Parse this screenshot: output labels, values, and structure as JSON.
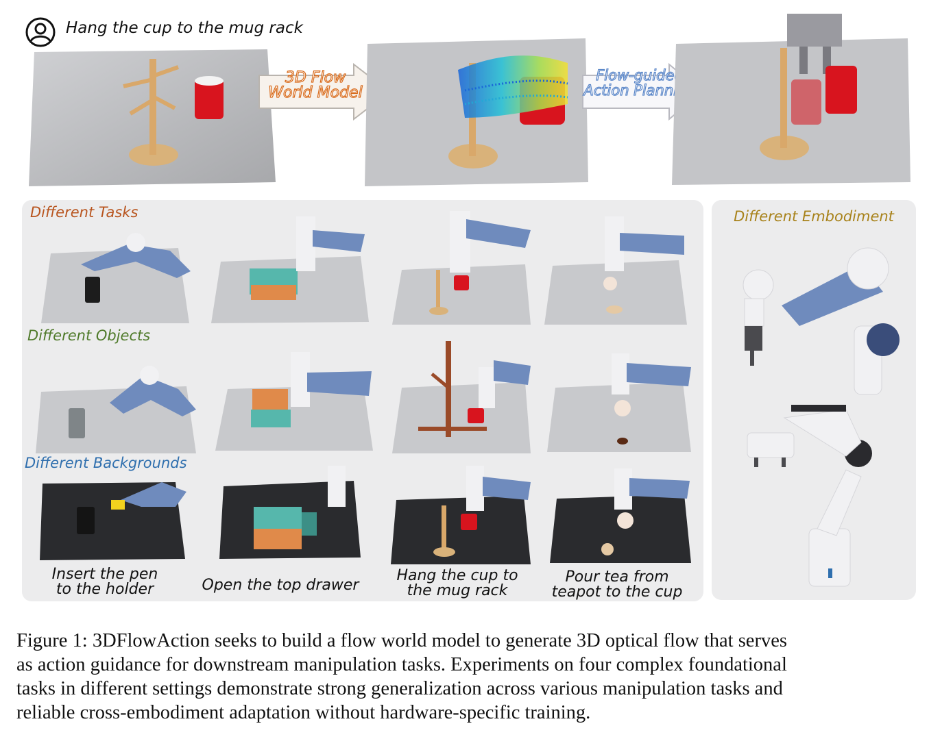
{
  "instruction": {
    "user_icon": "user-circle-icon",
    "text": "Hang the cup to the mug rack"
  },
  "pipeline": {
    "arrow1_label_line1": "3D Flow",
    "arrow1_label_line2": "World Model",
    "arrow2_label_line1": "Flow-guided",
    "arrow2_label_line2": "Action Planning"
  },
  "grid": {
    "row_labels": {
      "tasks": "Different Tasks",
      "objects": "Different Objects",
      "backgrounds": "Different Backgrounds"
    },
    "task_captions": {
      "pen_line1": "Insert the pen",
      "pen_line2": "to the holder",
      "drawer": "Open the top drawer",
      "cup_line1": "Hang the cup to",
      "cup_line2": "the mug rack",
      "tea_line1": "Pour tea from",
      "tea_line2": "teapot to the cup"
    }
  },
  "embodiment": {
    "title": "Different Embodiment"
  },
  "caption": {
    "line1": "Figure 1: 3DFlowAction seeks to build a flow world model to generate 3D optical flow that serves",
    "line2": "as action guidance for downstream manipulation tasks. Experiments on four complex foundational",
    "line3": "tasks in different settings demonstrate strong generalization across various manipulation tasks and",
    "line4": "reliable cross-embodiment adaptation without hardware-specific training."
  },
  "colors": {
    "tasks_label": "#b8541e",
    "objects_label": "#4f7a2a",
    "backgrounds_label": "#2f6fae",
    "embodiment_label": "#a8821a",
    "cup_red": "#d8141e",
    "arm_blue": "#6f8bbd",
    "wood": "#d9b27a"
  }
}
